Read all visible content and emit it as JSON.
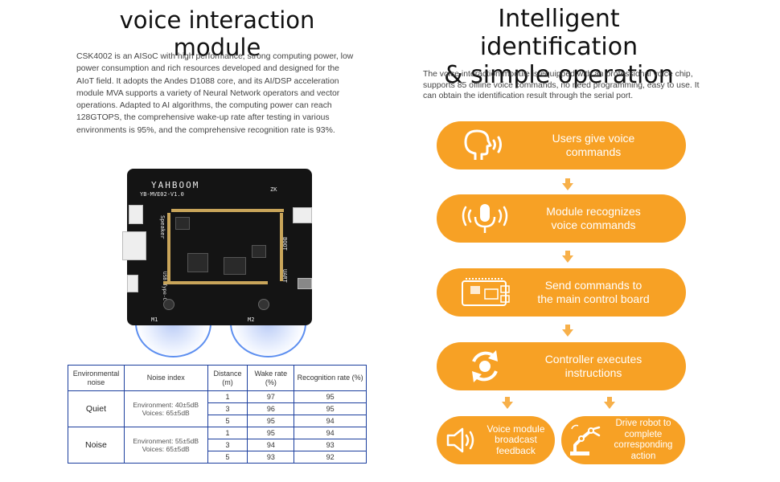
{
  "left": {
    "title": "voice interaction module",
    "description": "CSK4002 is an AISoC with high performance, strong computing power, low power consumption and rich resources developed and designed for the AIoT field. It adopts the Andes D1088 core, and its AI/DSP acceleration module MVA supports a variety of Neural Network operators and vector operations. Adapted to AI algorithms, the computing power can reach 128GTOPS, the comprehensive wake-up rate after testing in various environments is 95%, and the comprehensive recognition rate is 93%.",
    "board": {
      "brand": "YAHBOOM",
      "model": "YB-MVE02-V1.0",
      "labels": [
        "Speaker",
        "BOOT",
        "UART",
        "USB Type-C",
        "M1",
        "M2",
        "ZK"
      ]
    }
  },
  "table": {
    "headers": [
      "Environmental noise",
      "Noise index",
      "Distance (m)",
      "Wake rate (%)",
      "Recognition rate (%)"
    ],
    "groups": [
      {
        "env": "Quiet",
        "noise": "Environment: 40±5dB Voices: 65±5dB",
        "rows": [
          {
            "distance": "1",
            "wake": "97",
            "recognition": "95"
          },
          {
            "distance": "3",
            "wake": "96",
            "recognition": "95"
          },
          {
            "distance": "5",
            "wake": "95",
            "recognition": "94"
          }
        ]
      },
      {
        "env": "Noise",
        "noise": "Environment: 55±5dB Voices: 65±5dB",
        "rows": [
          {
            "distance": "1",
            "wake": "95",
            "recognition": "94"
          },
          {
            "distance": "3",
            "wake": "94",
            "recognition": "93"
          },
          {
            "distance": "5",
            "wake": "93",
            "recognition": "92"
          }
        ]
      }
    ]
  },
  "right": {
    "title_line1": "Intelligent identification",
    "title_line2": "& simple operation",
    "description": "The voice interaction module is equipped with an professional voice chip, supports 85 offline voice commands, no need programming, easy to use. It can obtain the identification result through the serial port.",
    "steps": [
      {
        "label1": "Users give voice",
        "label2": "commands",
        "icon": "speaking-head-icon"
      },
      {
        "label1": "Module recognizes",
        "label2": "voice commands",
        "icon": "microphone-icon"
      },
      {
        "label1": "Send commands to",
        "label2": "the main control board",
        "icon": "control-board-icon"
      },
      {
        "label1": "Controller executes",
        "label2": "instructions",
        "icon": "cycle-arrows-icon"
      }
    ],
    "outcomes": [
      {
        "label1": "Voice module",
        "label2": "broadcast",
        "label3": "feedback",
        "icon": "speaker-icon"
      },
      {
        "label1": "Drive robot to",
        "label2": "complete",
        "label3": "corresponding",
        "label4": "action",
        "icon": "robot-arm-icon"
      }
    ]
  },
  "colors": {
    "accent": "#f7a125",
    "table_border": "#1c3f9e",
    "mic_glow": "#5d8ff0"
  }
}
